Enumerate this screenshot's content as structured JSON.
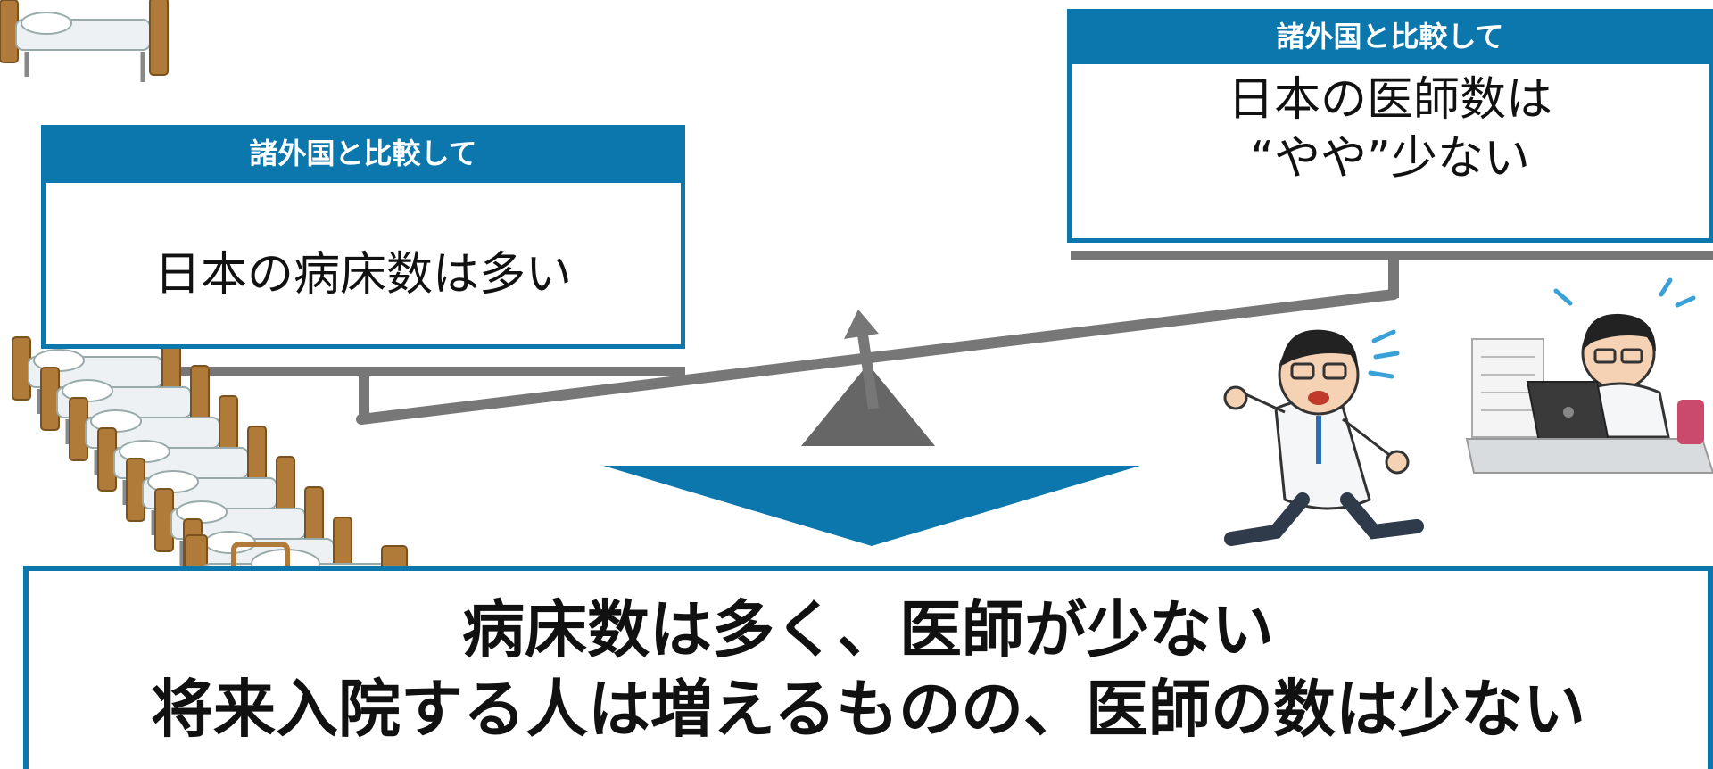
{
  "left_box": {
    "header": "諸外国と比較して",
    "text": "日本の病床数は多い"
  },
  "right_box": {
    "header": "諸外国と比較して",
    "line1": "日本の医師数は",
    "line2": "“やや”少ない"
  },
  "conclusion": {
    "line1": "病床数は多く、医師が少ない",
    "line2": "将来入院する人は増えるものの、医師の数は少ない"
  },
  "colors": {
    "accent_blue": "#0b77ad",
    "scale_gray": "#777777",
    "bed_wood": "#b07b38"
  },
  "icons": [
    "hospital-bed-icon",
    "running-doctor-icon",
    "doctor-at-laptop-icon",
    "balance-scale-icon"
  ]
}
